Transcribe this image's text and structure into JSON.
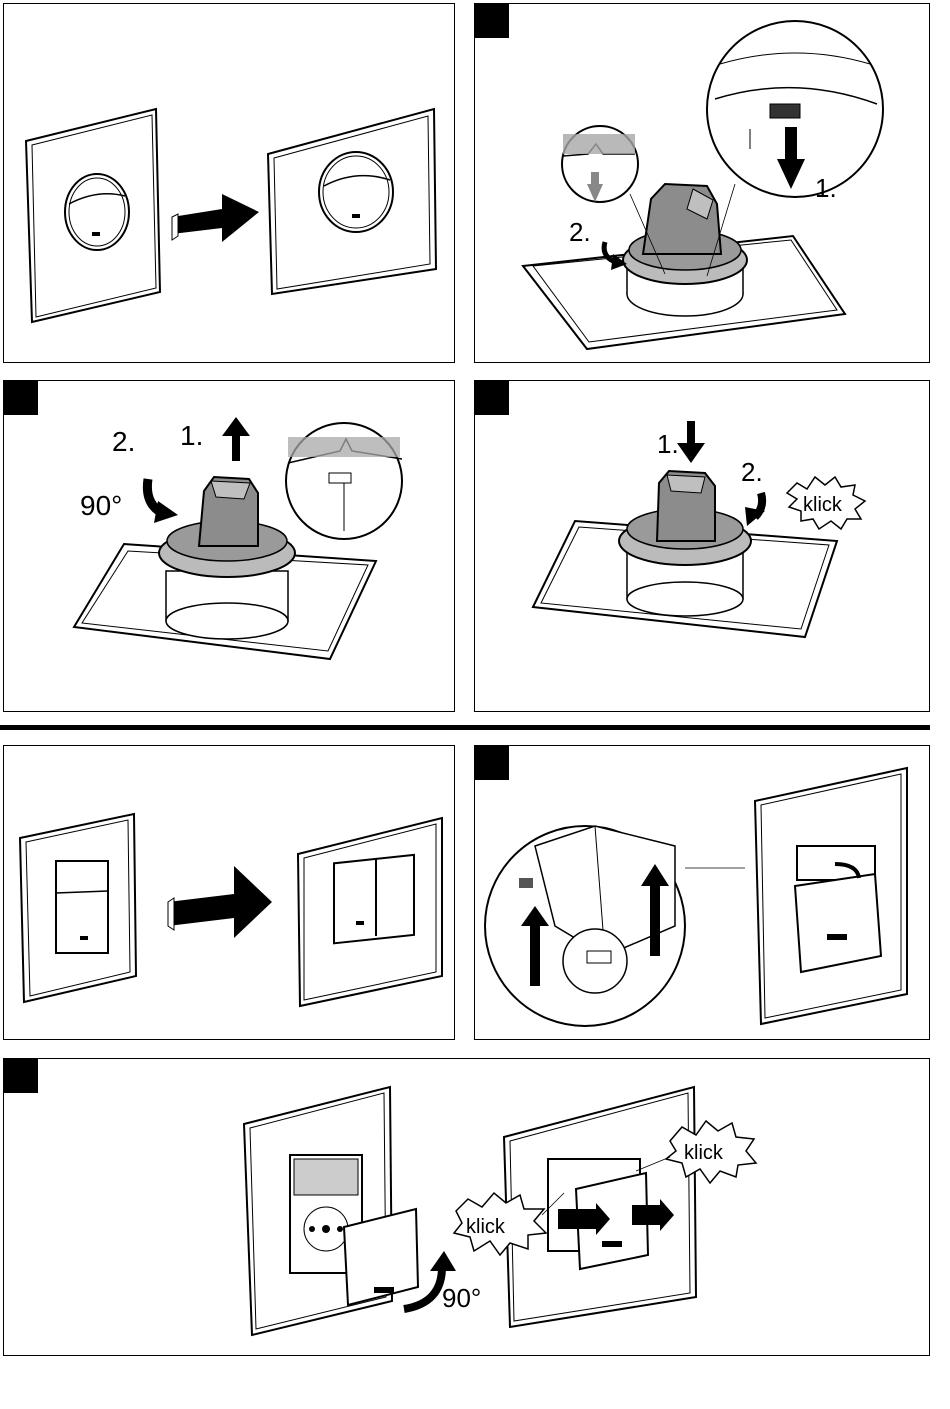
{
  "labels": {
    "p2_step1": "1.",
    "p2_step2": "2.",
    "p3_step1": "1.",
    "p3_step2": "2.",
    "p3_angle": "90°",
    "p4_step1": "1.",
    "p4_step2": "2.",
    "p4_click": "klick",
    "p7_click_left": "klick",
    "p7_click_right": "klick",
    "p7_angle": "90°"
  },
  "colors": {
    "line": "#000000",
    "fill_gray": "#8c8c8c",
    "fill_light": "#cfcfcf",
    "background": "#ffffff"
  },
  "icons": {
    "step_marker": "filled-square",
    "arrow": "block-arrow",
    "click": "starburst"
  }
}
